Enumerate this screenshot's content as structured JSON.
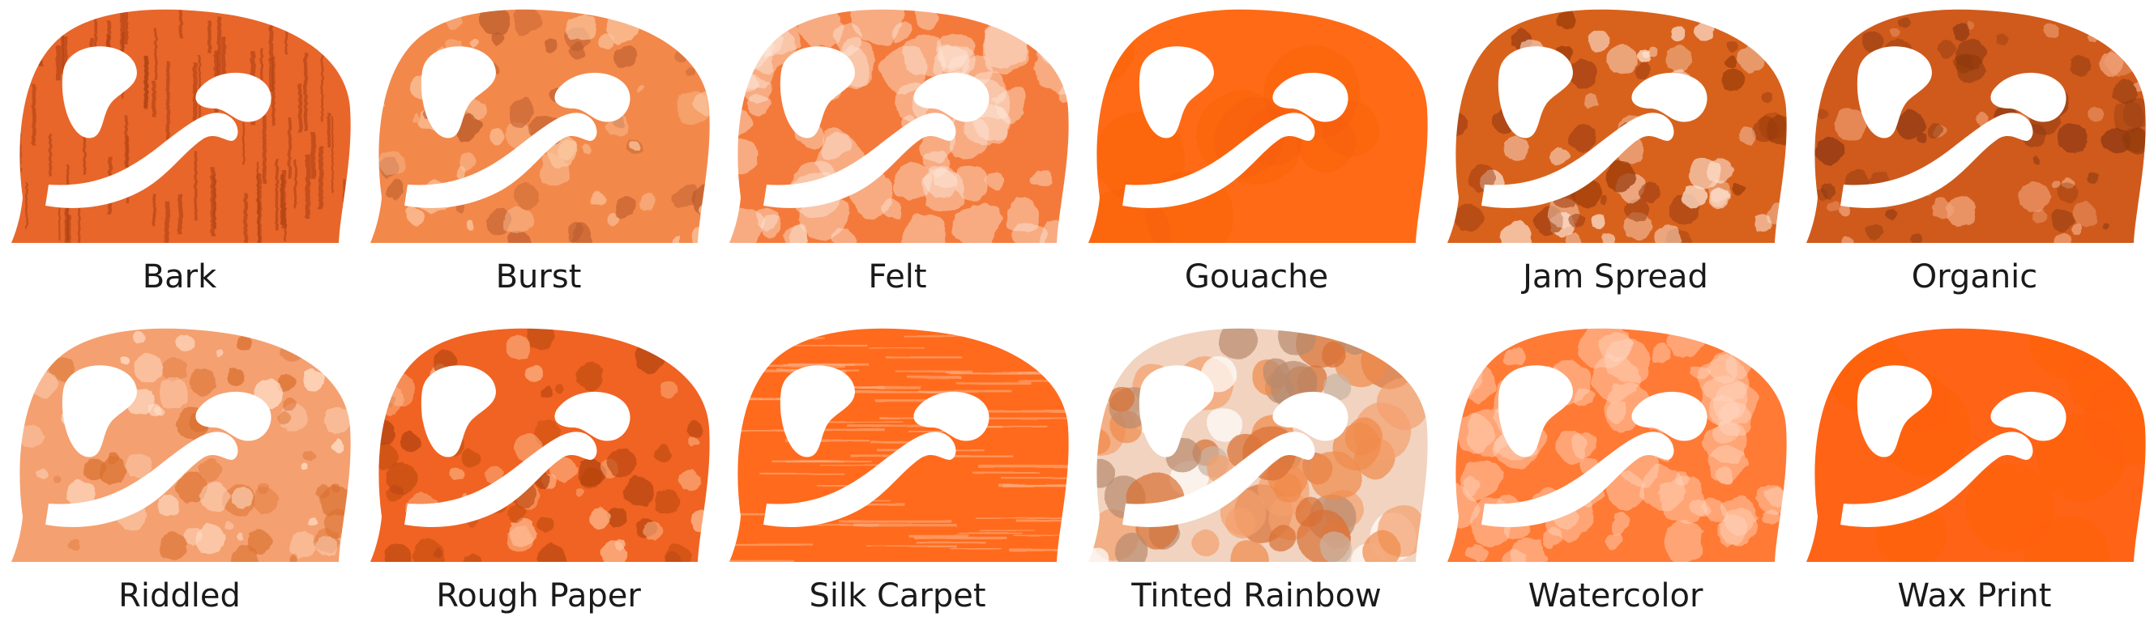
{
  "styles": [
    {
      "label": "Bark",
      "texture": "bark",
      "fill": "#e8662a",
      "dark": "#a83e12",
      "light": "#f7b48a"
    },
    {
      "label": "Burst",
      "texture": "burst",
      "fill": "#f3884b",
      "dark": "#b85a2b",
      "light": "#fbc9a3"
    },
    {
      "label": "Felt",
      "texture": "felt",
      "fill": "#f47a3a",
      "dark": "#e05e1e",
      "light": "#fde7da"
    },
    {
      "label": "Gouache",
      "texture": "gouache",
      "fill": "#ff6a12",
      "dark": "#f25c06",
      "light": "#ffd9c2"
    },
    {
      "label": "Jam Spread",
      "texture": "jam",
      "fill": "#d8621f",
      "dark": "#9a3b0c",
      "light": "#ffe6d6"
    },
    {
      "label": "Organic",
      "texture": "organic",
      "fill": "#cf5a1c",
      "dark": "#8f3a0f",
      "light": "#f2a57c"
    },
    {
      "label": "Riddled",
      "texture": "riddled",
      "fill": "#f5a070",
      "dark": "#d9702f",
      "light": "#ffe1cd"
    },
    {
      "label": "Rough Paper",
      "texture": "rough",
      "fill": "#f06420",
      "dark": "#b4440f",
      "light": "#ffc39d"
    },
    {
      "label": "Silk Carpet",
      "texture": "silk",
      "fill": "#ff6a1a",
      "dark": "#e25208",
      "light": "#ffb58d"
    },
    {
      "label": "Tinted Rainbow",
      "texture": "rainbow",
      "fill": "#f1d3c0",
      "dark": "#d96f33",
      "light": "#ffffff"
    },
    {
      "label": "Watercolor",
      "texture": "watercolor",
      "fill": "#ff7a35",
      "dark": "#ff6a1a",
      "light": "#ffd7c2"
    },
    {
      "label": "Wax Print",
      "texture": "wax",
      "fill": "#ff6414",
      "dark": "#ff5a00",
      "light": "#ffd1b5"
    }
  ]
}
